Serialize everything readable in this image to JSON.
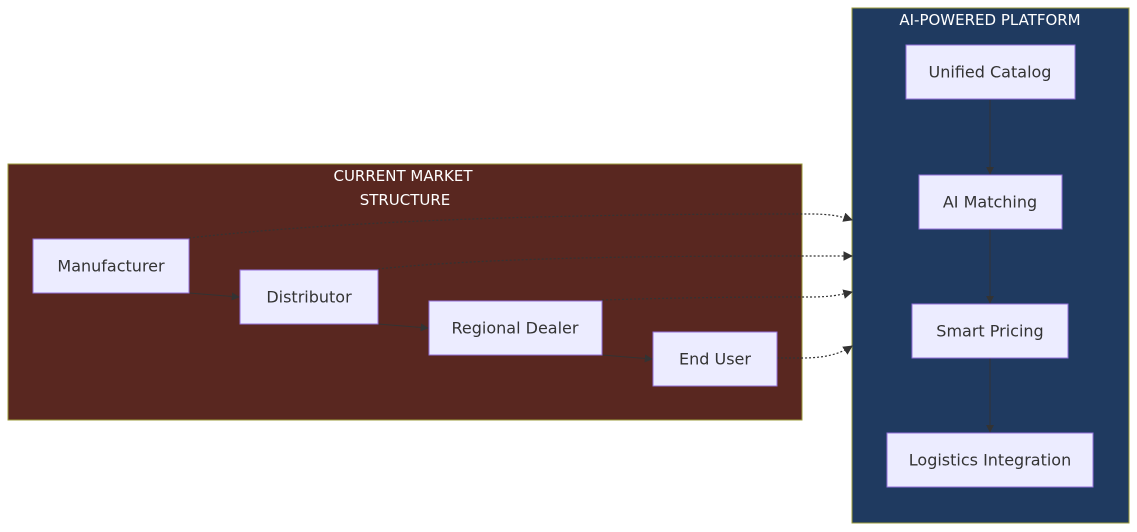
{
  "clusters": {
    "current_market": {
      "title_line1": "CURRENT MARKET",
      "title_line2": "STRUCTURE",
      "fill": "#592720",
      "stroke": "#9b9b3a"
    },
    "ai_platform": {
      "title": "AI-POWERED PLATFORM",
      "fill": "#1f3a60",
      "stroke": "#9b9b3a"
    }
  },
  "nodes": {
    "manufacturer": "Manufacturer",
    "distributor": "Distributor",
    "regional_dealer": "Regional Dealer",
    "end_user": "End User",
    "unified_catalog": "Unified Catalog",
    "ai_matching": "AI Matching",
    "smart_pricing": "Smart Pricing",
    "logistics_integration": "Logistics Integration"
  },
  "colors": {
    "node_fill": "#ececff",
    "node_stroke": "#9370db",
    "edge": "#333333"
  }
}
